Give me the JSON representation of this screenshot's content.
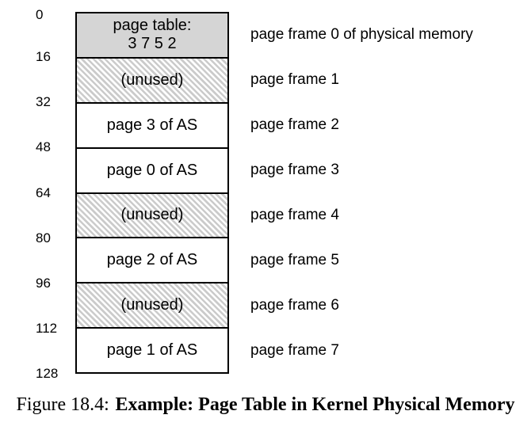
{
  "figure": {
    "address_labels": [
      "0",
      "16",
      "32",
      "48",
      "64",
      "80",
      "96",
      "112",
      "128"
    ],
    "frames": [
      {
        "line1": "page table:",
        "line2": "3 7 5 2",
        "fill": "gray",
        "right_label": "page frame 0 of physical memory"
      },
      {
        "line1": "(unused)",
        "fill": "hatch",
        "right_label": "page frame 1"
      },
      {
        "line1": "page 3 of AS",
        "fill": "white",
        "right_label": "page frame 2"
      },
      {
        "line1": "page 0 of AS",
        "fill": "white",
        "right_label": "page frame 3"
      },
      {
        "line1": "(unused)",
        "fill": "hatch",
        "right_label": "page frame 4"
      },
      {
        "line1": "page 2 of AS",
        "fill": "white",
        "right_label": "page frame 5"
      },
      {
        "line1": "(unused)",
        "fill": "hatch",
        "right_label": "page frame 6"
      },
      {
        "line1": "page 1 of AS",
        "fill": "white",
        "right_label": "page frame 7"
      }
    ],
    "caption": {
      "prefix": "Figure 18.4:",
      "title": "Example: Page Table in Kernel Physical Memory"
    },
    "colors": {
      "frame_fill_gray": "#d5d5d5",
      "hatch_stripe": "#cbcbcb",
      "border": "#000000",
      "background": "#ffffff"
    }
  }
}
